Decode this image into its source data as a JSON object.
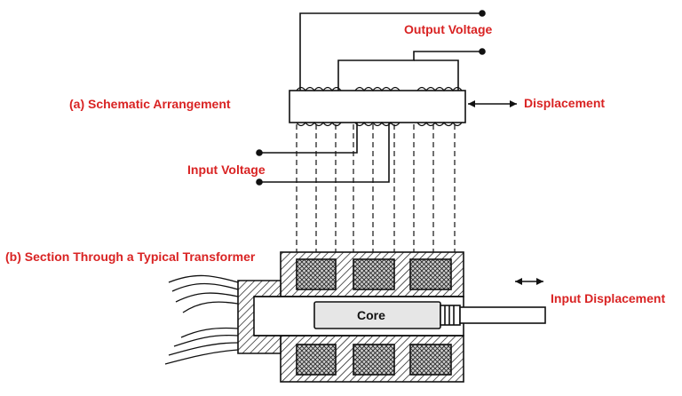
{
  "labels": {
    "output_voltage": "Output Voltage",
    "schematic": "(a) Schematic Arrangement",
    "displacement": "Displacement",
    "input_voltage": "Input Voltage",
    "section": "(b) Section Through a Typical Transformer",
    "input_displacement": "Input Displacement",
    "core": "Core"
  },
  "colors": {
    "label_red": "#d92323",
    "line": "#111111",
    "core_fill": "#e6e6e6",
    "coil_fill": "#cfcfcf"
  }
}
